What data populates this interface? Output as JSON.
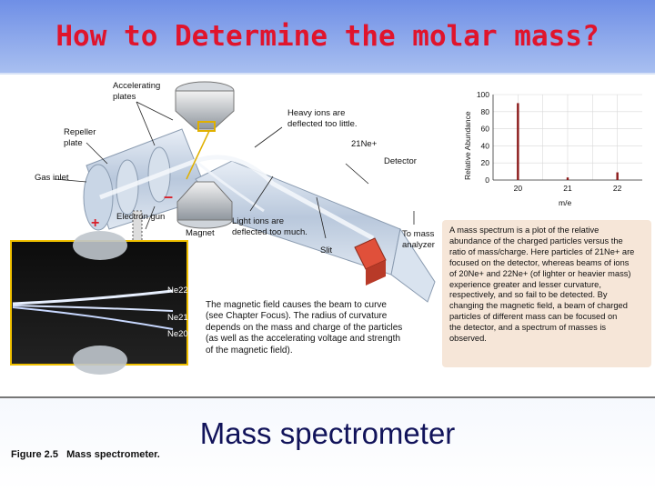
{
  "slide": {
    "title": "How to Determine the molar mass?",
    "caption": "Mass spectrometer"
  },
  "figure": {
    "labels": {
      "accelerating_plates": [
        "Accelerating",
        "plates"
      ],
      "repeller_plate": [
        "Repeller",
        "plate"
      ],
      "gas_inlet": "Gas inlet",
      "heavy_ions": [
        "Heavy ions are",
        "deflected too little."
      ],
      "ne21": "21Ne+",
      "detector": "Detector",
      "electron_gun": "Electron gun",
      "magnet": "Magnet",
      "light_ions": [
        "Light ions are",
        "deflected too much."
      ],
      "slit": "Slit",
      "to_mass_analyzer": [
        "To mass",
        "analyzer"
      ],
      "plus": "+",
      "minus": "–",
      "ne22": "Ne22",
      "ne21_inset": "Ne21",
      "ne20": "Ne20"
    },
    "magnetic_text": [
      "The magnetic field causes the beam to curve",
      "(see Chapter Focus).  The radius of curvature",
      "depends on the mass and charge of the particles",
      "(as well as the accelerating voltage and strength",
      "of the magnetic field)."
    ],
    "spectrum_text": [
      "A mass spectrum is a plot of the relative",
      "abundance of the charged particles versus the",
      "ratio of mass/charge.  Here particles of 21Ne+ are",
      "focused on the detector, whereas beams of ions",
      "of 20Ne+ and 22Ne+ (of lighter or heavier mass)",
      "experience greater and lesser curvature,",
      "respectively, and so fail to be detected.  By",
      "changing the magnetic field, a beam of charged",
      "particles of different mass can be focused on",
      "the detector, and a spectrum of masses is",
      "observed."
    ],
    "figure_number": "Figure 2.5",
    "figure_title": "Mass spectrometer."
  },
  "chart_data": {
    "type": "bar",
    "categories": [
      "20",
      "21",
      "22"
    ],
    "x": [
      20,
      20.5,
      21,
      21.5,
      22
    ],
    "values": [
      90,
      3,
      9
    ],
    "bar_x": [
      20,
      21,
      22
    ],
    "xlabel": "m/e",
    "ylabel": "Relative Abundance",
    "ylim": [
      0,
      100
    ],
    "yticks": [
      0,
      20,
      40,
      60,
      80,
      100
    ],
    "xlim": [
      19.5,
      22.5
    ],
    "bar_color": "#8b1a1a"
  }
}
